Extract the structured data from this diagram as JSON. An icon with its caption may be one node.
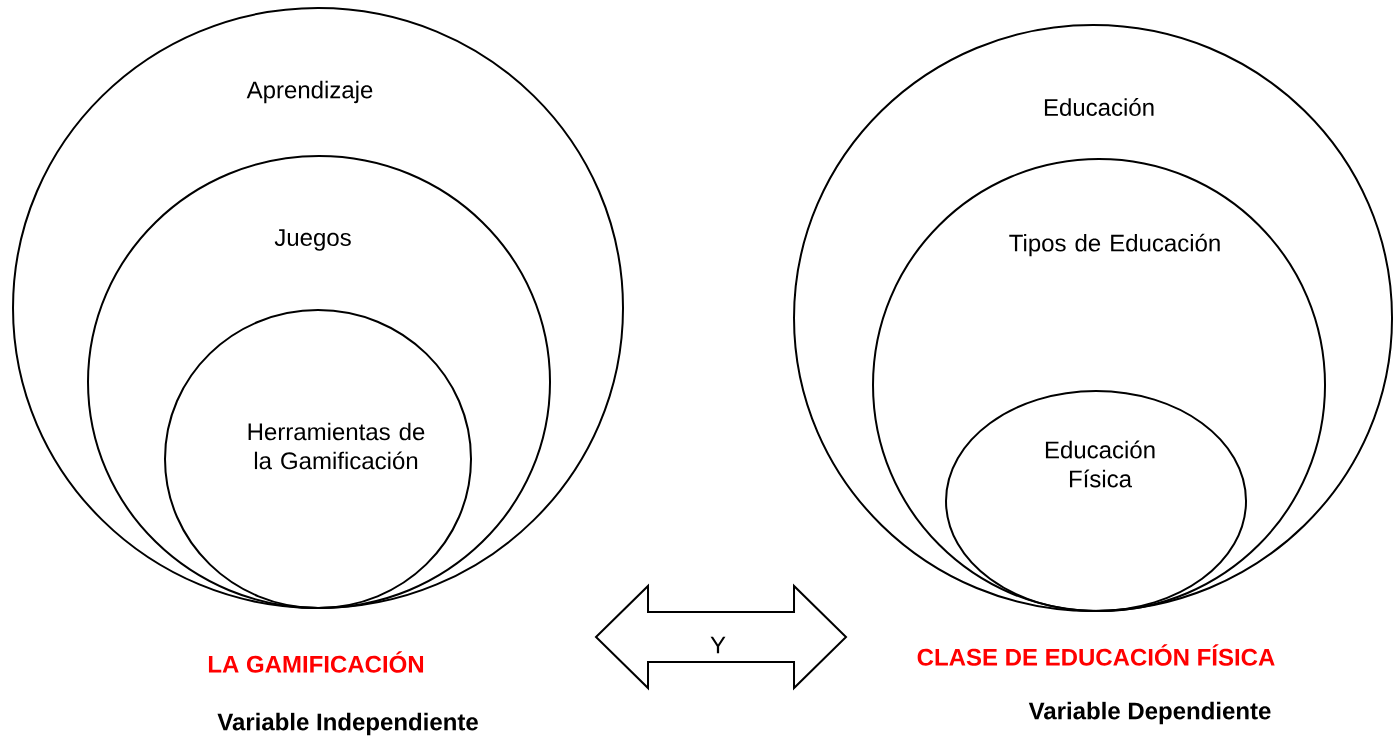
{
  "diagram": {
    "nodes": [
      {
        "text": [
          "Aprendizaje"
        ],
        "beside": [
          "LA GAMIFICACIÓN",
          "Variable Independiente"
        ]
      },
      {
        "text": [
          "Juegos"
        ],
        "in": 0
      },
      {
        "text": [
          "Herramientas de la Gamificación"
        ],
        "in": 1
      },
      {
        "text": [
          "Educación"
        ],
        "beside": [
          "CLASE DE EDUCACIÓN FÍSICA",
          "Variable Dependiente"
        ]
      },
      {
        "text": [
          "Tipos de Educación"
        ],
        "in": 3
      },
      {
        "text": [
          "Educación Física"
        ],
        "in": 4
      }
    ],
    "edges": [
      {
        "from": 0,
        "to": 3,
        "arrow": "both",
        "label": "Y"
      }
    ]
  }
}
